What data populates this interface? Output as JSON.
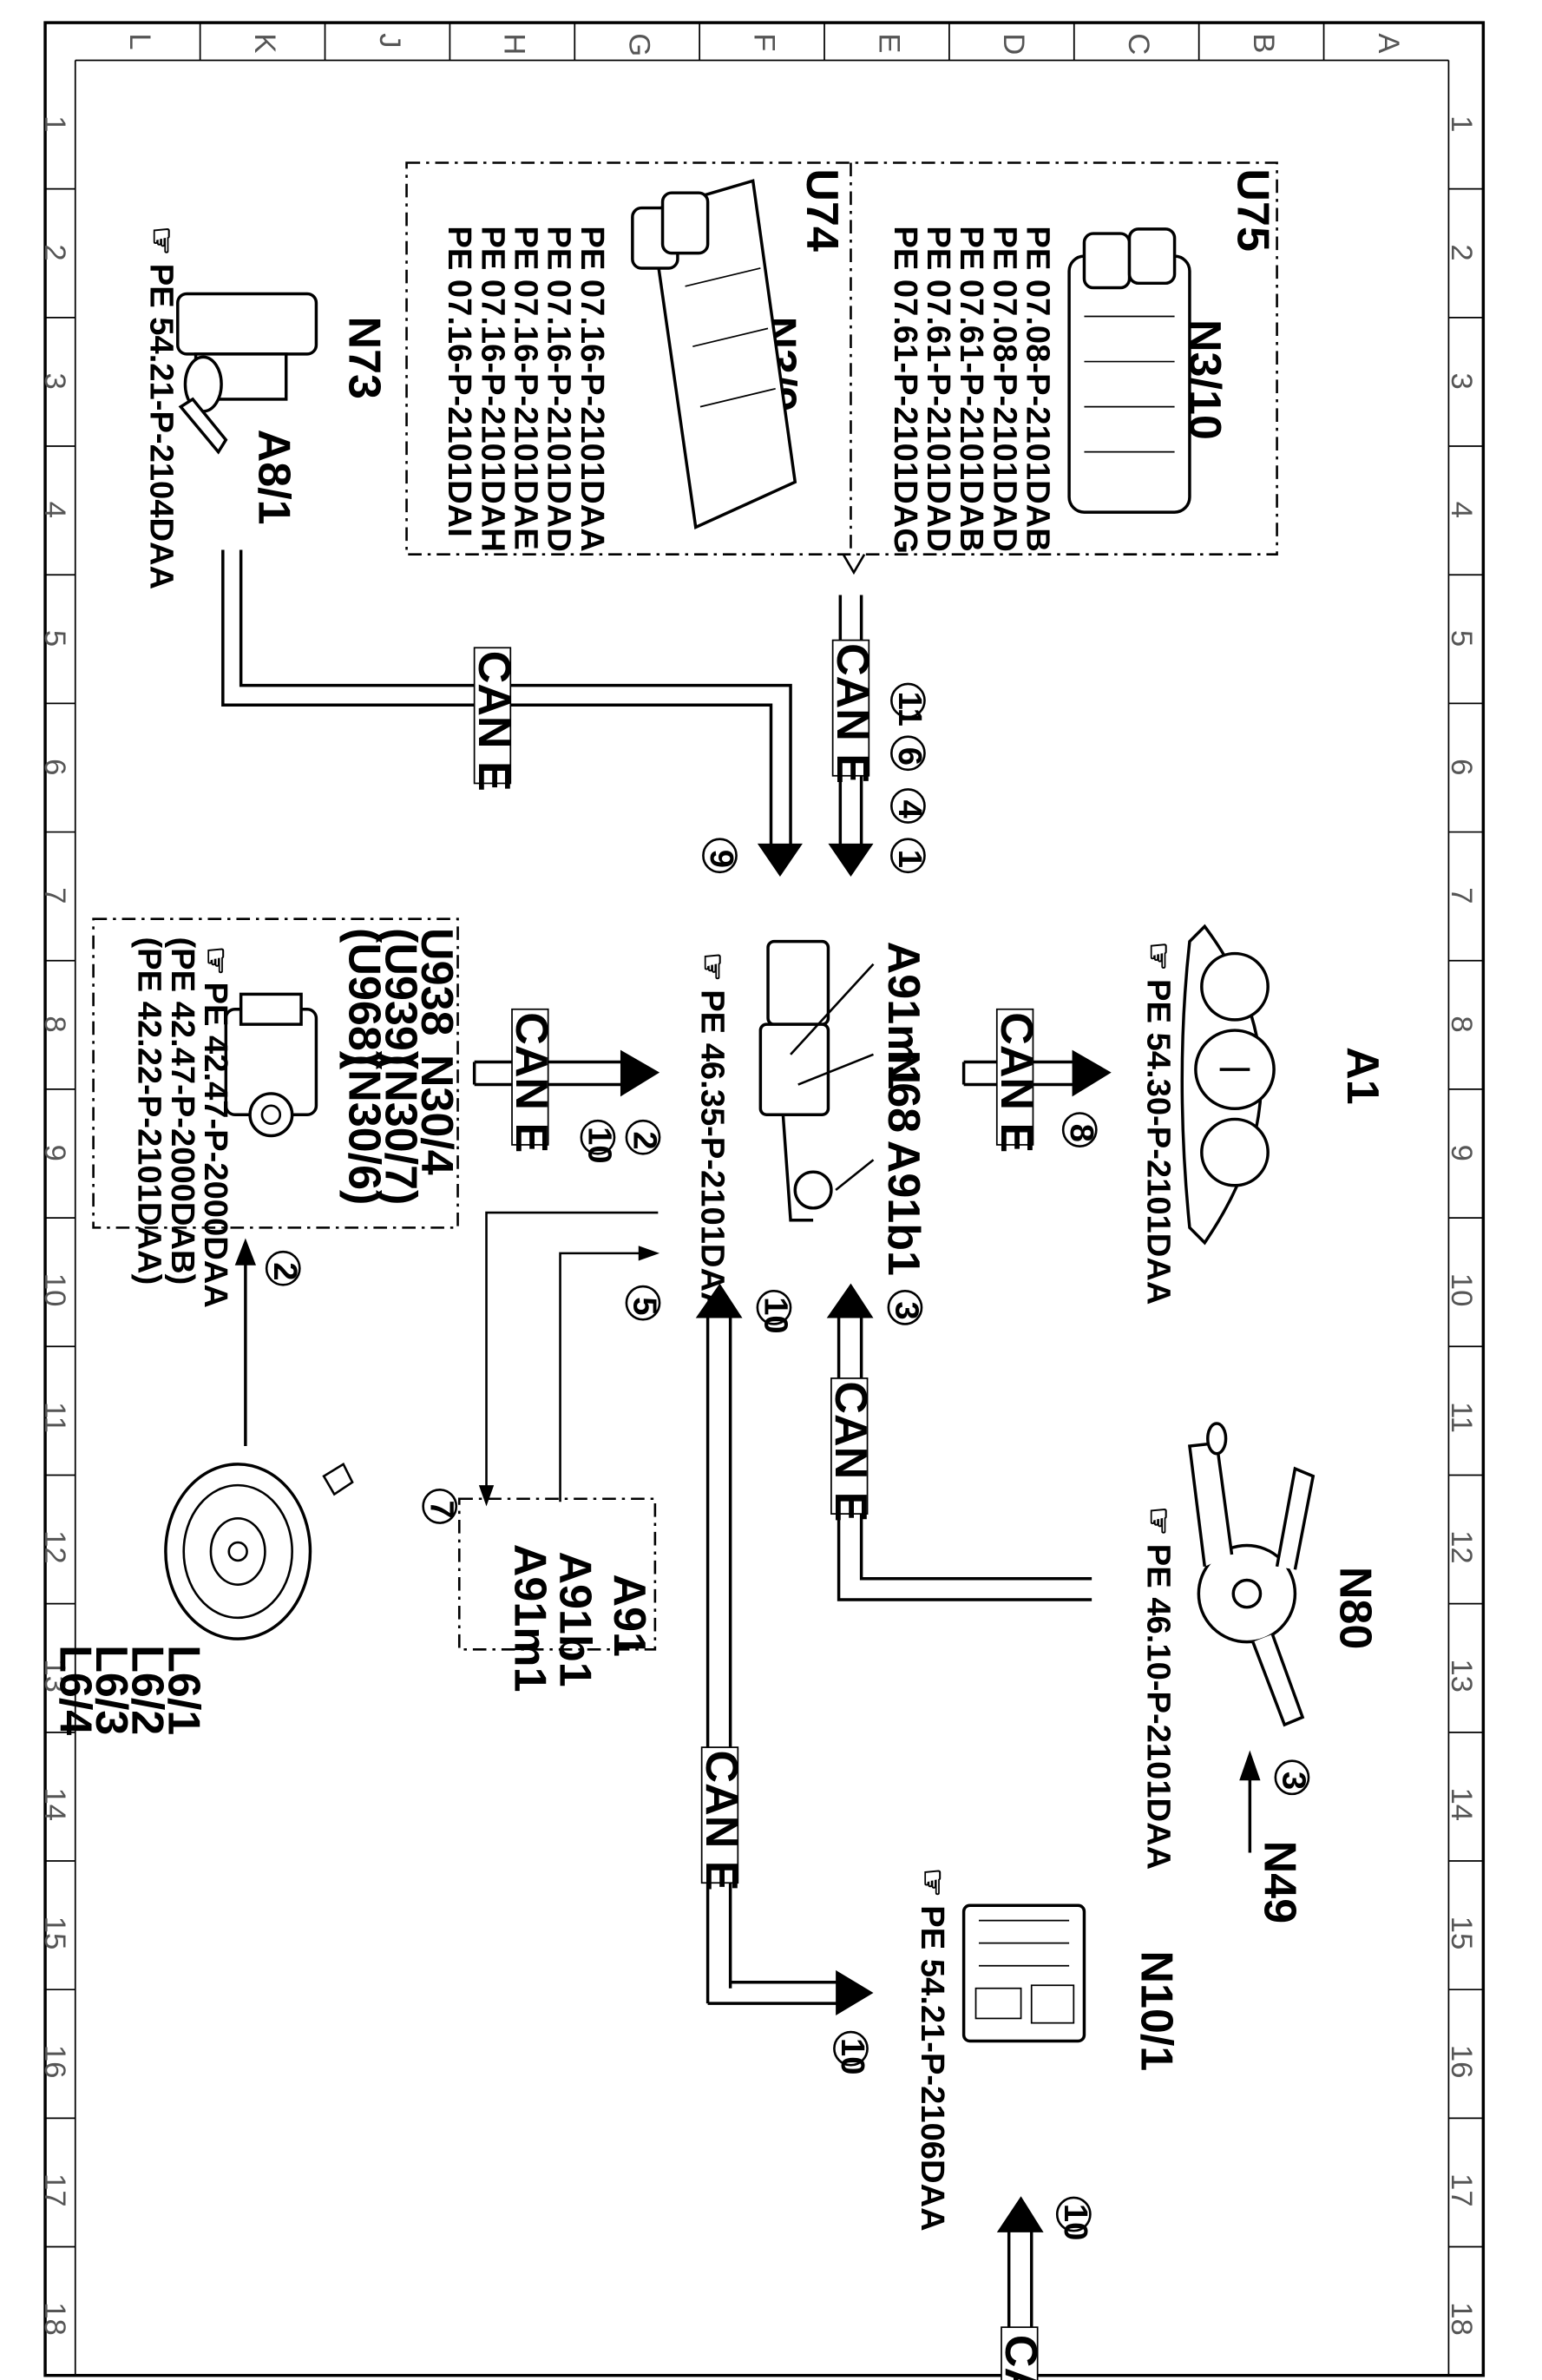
{
  "ref_icon": "hand-pointer-icon",
  "columns": [
    "L",
    "K",
    "J",
    "H",
    "G",
    "F",
    "E",
    "D",
    "C",
    "B",
    "A"
  ],
  "rows": [
    "1",
    "2",
    "3",
    "4",
    "5",
    "6",
    "7",
    "8",
    "9",
    "10",
    "11",
    "12",
    "13",
    "14",
    "15",
    "16",
    "17",
    "18"
  ],
  "groups": {
    "u75": {
      "name": "U75",
      "component": "N3/10",
      "refs": [
        "PE 07.08-P-2101DAB",
        "PE 07.08-P-2101DAD",
        "PE 07.61-P-2101DAB",
        "PE 07.61-P-2101DAD",
        "PE 07.61-P-2101DAG"
      ]
    },
    "u74": {
      "name": "U74",
      "component": "N3/9",
      "refs": [
        "PE 07.16-P-2101DAA",
        "PE 07.16-P-2101DAD",
        "PE 07.16-P-2101DAE",
        "PE 07.16-P-2101DAH",
        "PE 07.16-P-2101DAI"
      ]
    },
    "u938": {
      "lines": [
        "U938",
        "(U939)",
        "(U968)"
      ],
      "components": [
        "N30/4",
        "(N30/7)",
        "(N30/6)"
      ],
      "refs": [
        "PE 42.47-P-2000DAA",
        "(PE 42.47-P-2000DAB)",
        "(PE 42.22-P-2101DAA)"
      ]
    },
    "a91": {
      "name": "A91",
      "items": [
        "A91b1",
        "A91m1"
      ]
    }
  },
  "components": {
    "n73": {
      "name": "N73",
      "sub": "A8/1",
      "ref": "PE 54.21-P-2104DAA"
    },
    "a1": {
      "name": "A1",
      "ref": "PE 54.30-P-2101DAA"
    },
    "center": {
      "labels": [
        "A91m1",
        "N68",
        "A91b1"
      ],
      "ref": "PE 46.35-P-2101DAA"
    },
    "n80": {
      "name": "N80",
      "ref": "PE 46.10-P-2101DAA",
      "source": "N49"
    },
    "n10": {
      "name": "N10/1",
      "ref": "PE 54.21-P-2106DAA"
    },
    "wheel": {
      "labels": [
        "L6/1",
        "L6/2",
        "L6/3",
        "L6/4"
      ]
    }
  },
  "bus": {
    "label": "CAN E"
  },
  "signals": {
    "s1": "1",
    "s2": "2",
    "s3": "3",
    "s4": "4",
    "s5": "5",
    "s6": "6",
    "s7": "7",
    "s8": "8",
    "s9": "9",
    "s10": "10",
    "s11": "11"
  },
  "truncated_bus_label": "CA"
}
